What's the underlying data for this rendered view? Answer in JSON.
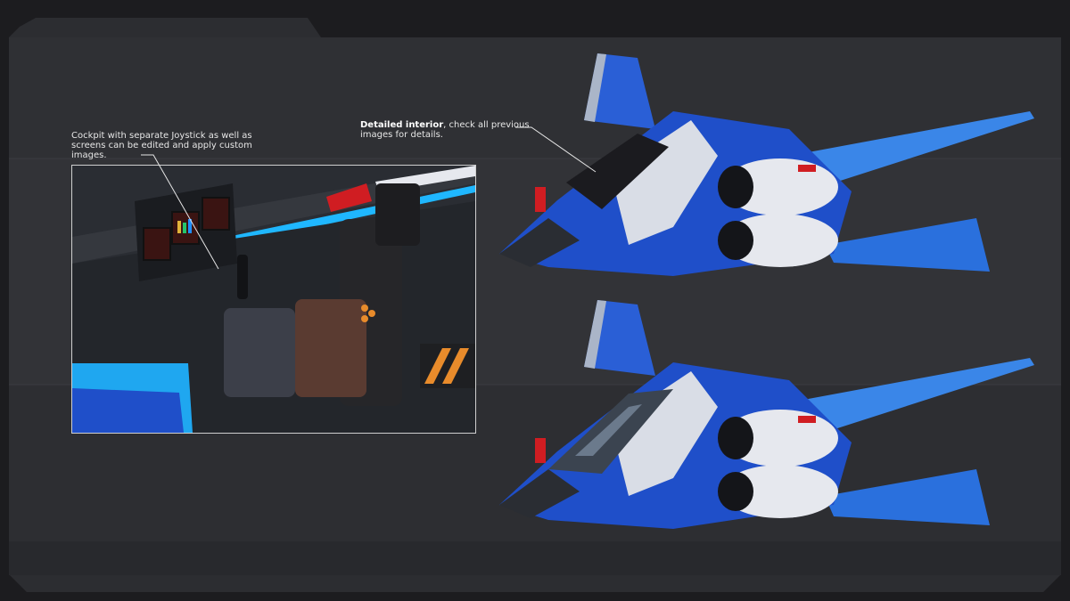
{
  "annotations": {
    "cockpit_note": "Cockpit with separate Joystick as well as screens can be edited and apply custom images.",
    "interior_bold": "Detailed interior",
    "interior_rest": ", check all previous images for details."
  },
  "colors": {
    "background": "#1c1c1f",
    "panel": "#2e2f33",
    "panel_light": "#36373b",
    "hull_blue": "#1f4fc9",
    "accent_cyan": "#1fb7ff",
    "accent_red": "#d01d22",
    "hull_white": "#e6e8ee"
  }
}
